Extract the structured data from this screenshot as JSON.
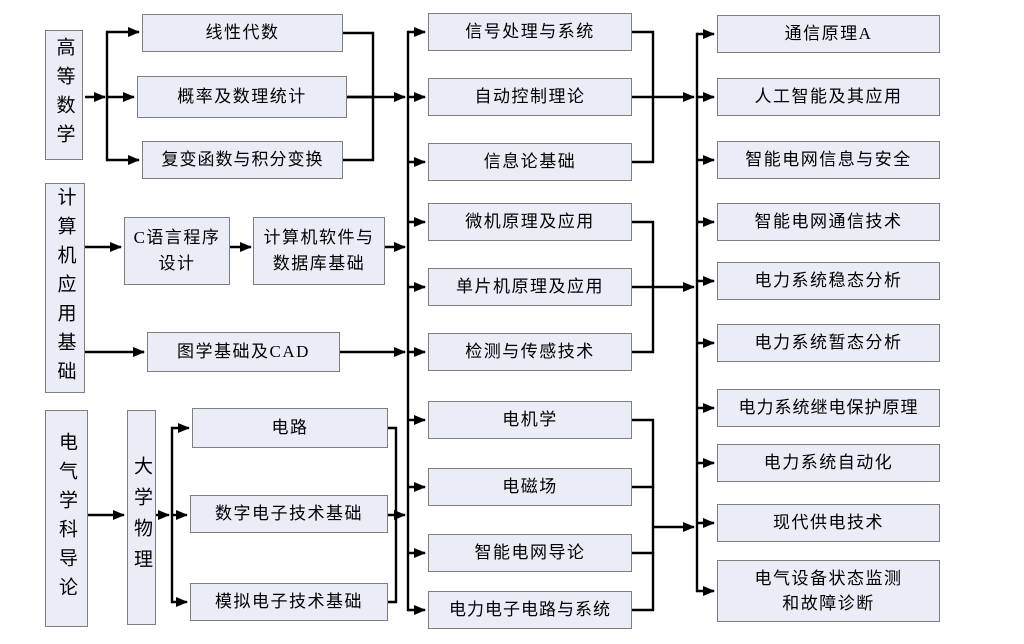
{
  "diagram_title": "",
  "colors": {
    "box_fill": "#eaedf5",
    "box_border": "#7f7f7f",
    "connector": "#000000",
    "background": "#ffffff"
  },
  "columns": {
    "foundation": {
      "advanced_math": "高等数学",
      "computer_app_basics": "计算机应用基础",
      "electrical_intro": "电气学科导论",
      "college_physics": "大学物理"
    },
    "basic_courses": {
      "linear_algebra": "线性代数",
      "probability_statistics": "概率及数理统计",
      "complex_function_transform": "复变函数与积分变换",
      "c_programming": "C语言程序\n设计",
      "software_database": "计算机软件与\n数据库基础",
      "graphics_cad": "图学基础及CAD",
      "circuits": "电路",
      "digital_electronics": "数字电子技术基础",
      "analog_electronics": "模拟电子技术基础"
    },
    "core_courses": {
      "signal_processing": "信号处理与系统",
      "automatic_control": "自动控制理论",
      "information_theory": "信息论基础",
      "microcomputer_principles": "微机原理及应用",
      "mcu_principles": "单片机原理及应用",
      "detection_sensing": "检测与传感技术",
      "electric_machinery": "电机学",
      "electromagnetic_field": "电磁场",
      "smart_grid_intro": "智能电网导论",
      "power_electronics": "电力电子电路与系统"
    },
    "advanced_courses": {
      "communication_principles": "通信原理A",
      "ai_applications": "人工智能及其应用",
      "smart_grid_info_security": "智能电网信息与安全",
      "smart_grid_communication": "智能电网通信技术",
      "power_system_steady_state": "电力系统稳态分析",
      "power_system_transient": "电力系统暂态分析",
      "relay_protection": "电力系统继电保护原理",
      "power_system_automation": "电力系统自动化",
      "modern_power_supply": "现代供电技术",
      "equipment_condition_monitoring": "电气设备状态监测\n和故障诊断"
    }
  }
}
